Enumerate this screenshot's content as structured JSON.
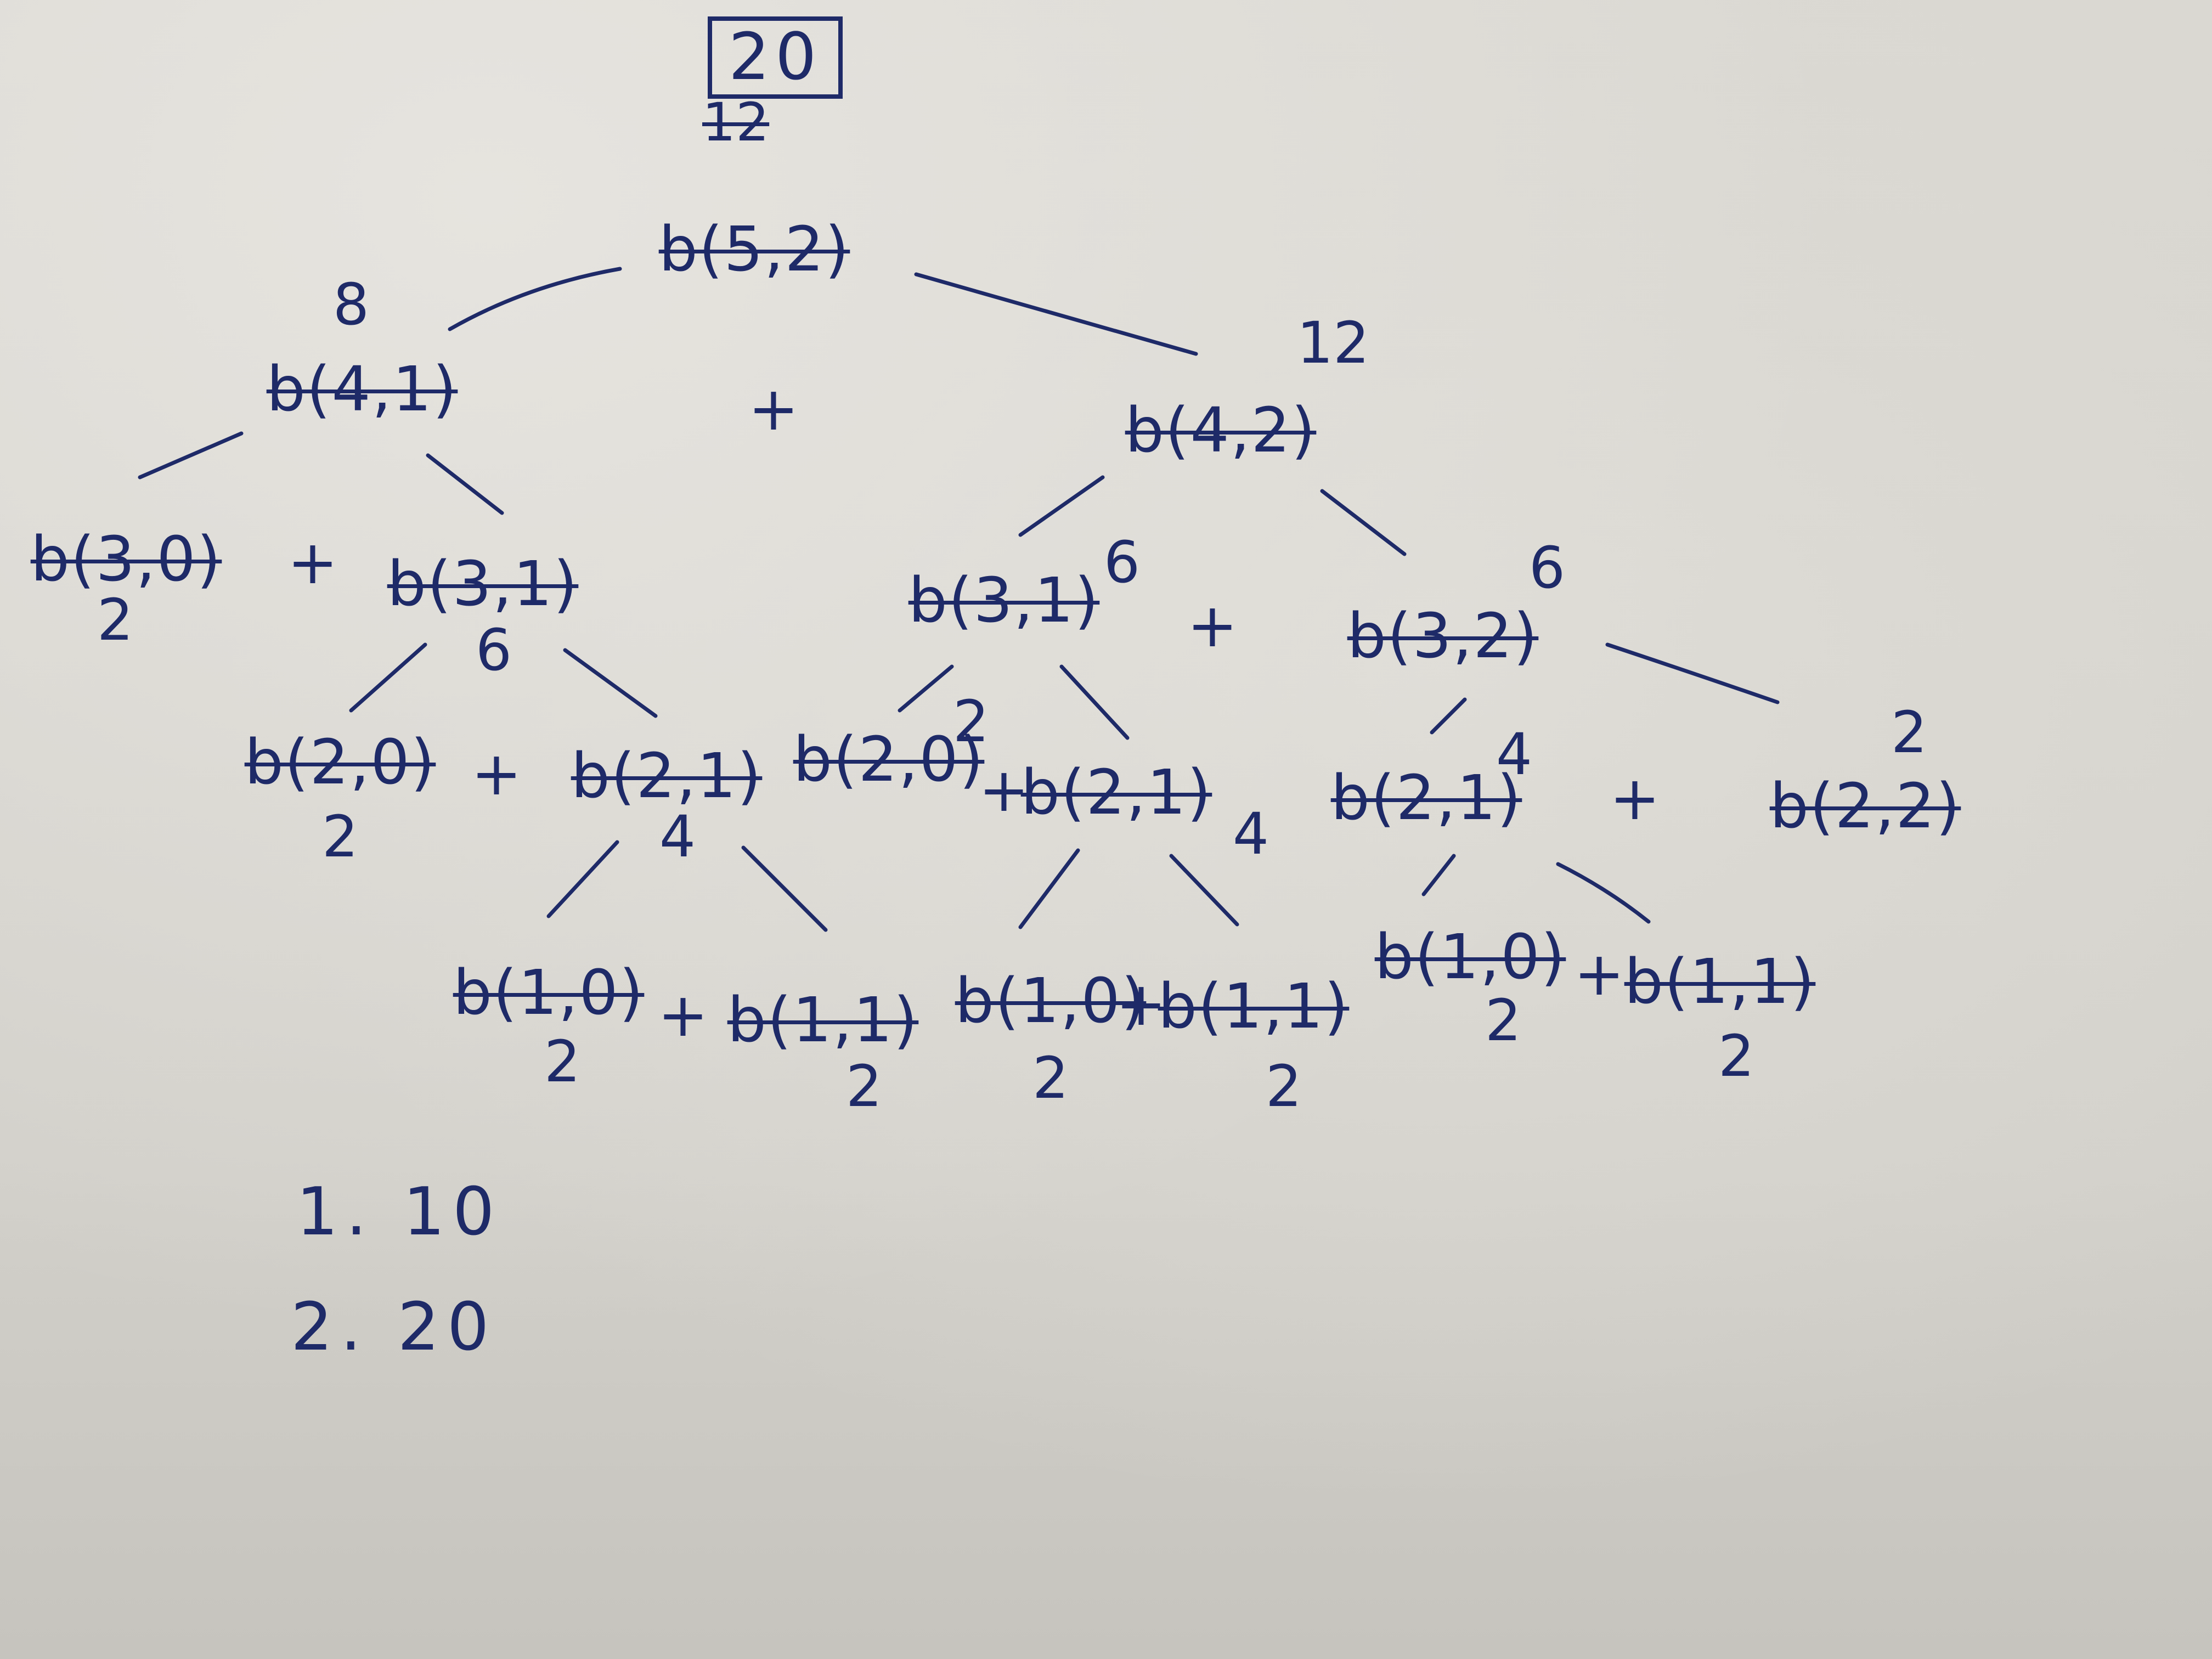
{
  "final_answer": {
    "boxed": "20",
    "struck": "12"
  },
  "nodes": {
    "root": "b(5,2)",
    "l1_left": "b(4,1)",
    "l1_right": "b(4,2)",
    "l2_a": "b(3,0)",
    "l2_b": "b(3,1)",
    "l2_c": "b(3,1)",
    "l2_d": "b(3,2)",
    "l3_a": "b(2,0)",
    "l3_b": "b(2,1)",
    "l3_c": "b(2,0)",
    "l3_d": "b(2,1)",
    "l3_e": "b(2,1)",
    "l3_f": "b(2,2)",
    "l4_a": "b(1,0)",
    "l4_b": "b(1,1)",
    "l4_c": "b(1,0)",
    "l4_d": "b(1,1)",
    "l4_e": "b(1,0)",
    "l4_f": "b(1,1)"
  },
  "values": {
    "l1_left": "8",
    "l1_right": "12",
    "l2_a": "2",
    "l2_b": "6",
    "l2_c": "6",
    "l2_d": "6",
    "l3_a": "2",
    "l3_b": "4",
    "l3_c": "2",
    "l3_d": "4",
    "l3_e": "4",
    "l3_f": "2",
    "l4_a": "2",
    "l4_b": "2",
    "l4_c": "2",
    "l4_d": "2",
    "l4_e": "2",
    "l4_f": "2"
  },
  "plus_sign": "+",
  "notes": [
    "1. 10",
    "2. 20"
  ],
  "colors": {
    "ink": "#1e2a68",
    "paper": "#d5d3cd"
  }
}
